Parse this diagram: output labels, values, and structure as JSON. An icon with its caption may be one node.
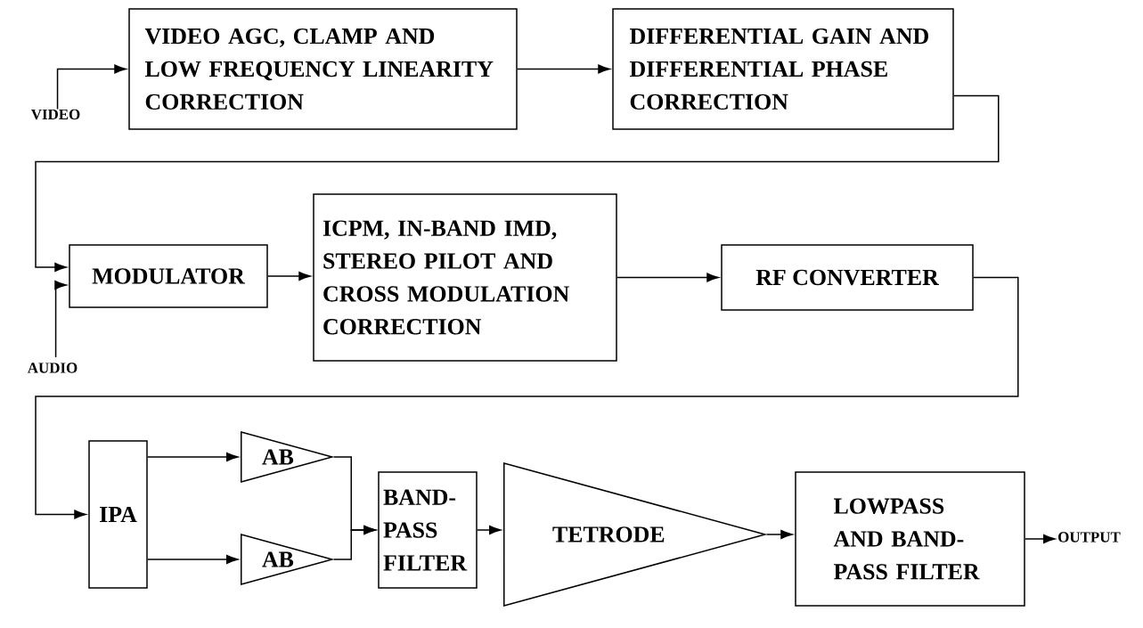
{
  "diagram": {
    "nodes": [
      {
        "text": [
          "VIDEO"
        ]
      },
      {
        "text": [
          "VIDEO AGC, CLAMP AND LOW FREQUENCY LINEARITY CORRECTION"
        ]
      },
      {
        "text": [
          "DIFFERENTIAL GAIN AND DIFFERENTIAL PHASE CORRECTION"
        ]
      },
      {
        "text": [
          "MODULATOR"
        ]
      },
      {
        "text": [
          "ICPM, IN-BAND IMD, STEREO PILOT AND CROSS MODULATION CORRECTION"
        ]
      },
      {
        "text": [
          "RF CONVERTER"
        ]
      },
      {
        "text": [
          "AUDIO"
        ]
      },
      {
        "text": [
          "IPA"
        ]
      },
      {
        "text": [
          "AB"
        ]
      },
      {
        "text": [
          "AB"
        ]
      },
      {
        "text": [
          "BAND-PASS FILTER"
        ]
      },
      {
        "text": [
          "TETRODE"
        ]
      },
      {
        "text": [
          "LOWPASS AND BAND-PASS FILTER"
        ]
      },
      {
        "text": [
          "OUTPUT"
        ]
      }
    ],
    "edges": [
      {
        "from": 0,
        "to": 1,
        "arrow": "to"
      },
      {
        "from": 1,
        "to": 2,
        "arrow": "to"
      },
      {
        "from": 2,
        "to": 3,
        "arrow": "to"
      },
      {
        "from": 6,
        "to": 3,
        "arrow": "to"
      },
      {
        "from": 3,
        "to": 4,
        "arrow": "to"
      },
      {
        "from": 4,
        "to": 5,
        "arrow": "to"
      },
      {
        "from": 5,
        "to": 7,
        "arrow": "to"
      },
      {
        "from": 7,
        "to": 8,
        "arrow": "to"
      },
      {
        "from": 7,
        "to": 9,
        "arrow": "to"
      },
      {
        "from": 8,
        "to": 10,
        "arrow": "to"
      },
      {
        "from": 9,
        "to": 10,
        "arrow": "to"
      },
      {
        "from": 10,
        "to": 11,
        "arrow": "to"
      },
      {
        "from": 11,
        "to": 12,
        "arrow": "to"
      },
      {
        "from": 12,
        "to": 13,
        "arrow": "to"
      }
    ]
  }
}
